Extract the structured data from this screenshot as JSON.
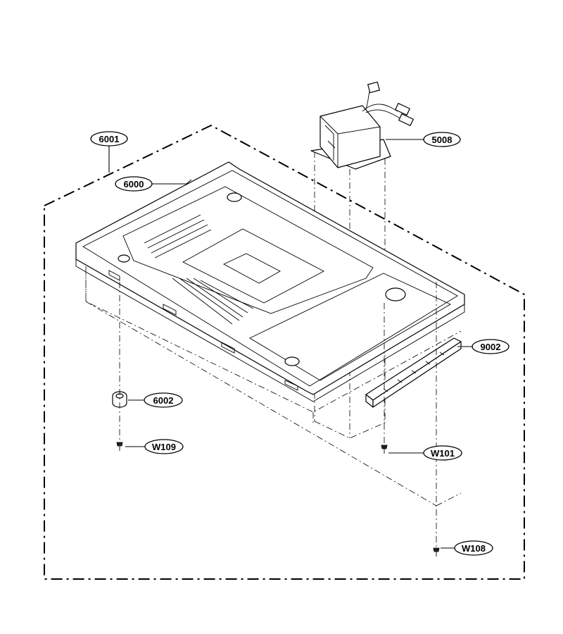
{
  "callouts": [
    {
      "id": "6001"
    },
    {
      "id": "6000"
    },
    {
      "id": "5008"
    },
    {
      "id": "9002"
    },
    {
      "id": "6002"
    },
    {
      "id": "W109"
    },
    {
      "id": "W101"
    },
    {
      "id": "W108"
    }
  ]
}
